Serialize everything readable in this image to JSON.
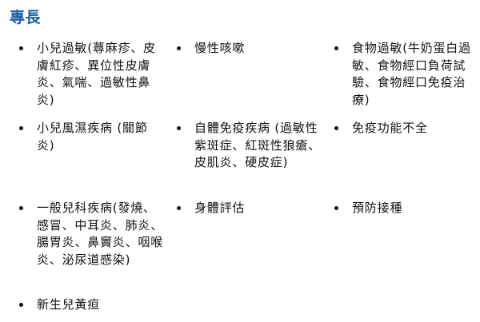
{
  "section": {
    "title": "專長",
    "items": [
      {
        "label": "小兒過敏(蕁麻疹、皮膚紅疹、異位性皮膚炎、氣喘、過敏性鼻炎)"
      },
      {
        "label": "慢性咳嗽"
      },
      {
        "label": "食物過敏(牛奶蛋白過敏、食物經口負荷試驗、食物經口免疫治療)"
      },
      {
        "label": "小兒風濕疾病 (關節炎)"
      },
      {
        "label": "自體免疫疾病 (過敏性紫斑症、紅斑性狼瘡、皮肌炎、硬皮症)"
      },
      {
        "label": "免疫功能不全"
      },
      {
        "label": "一般兒科疾病(發燒、感冒、中耳炎、肺炎、腸胃炎、鼻竇炎、咽喉炎、泌尿道感染)"
      },
      {
        "label": "身體評估"
      },
      {
        "label": "預防接種"
      },
      {
        "label": "新生兒黃疸"
      }
    ]
  },
  "colors": {
    "heading": "#1f62a8",
    "text": "#111111",
    "background": "#ffffff"
  }
}
